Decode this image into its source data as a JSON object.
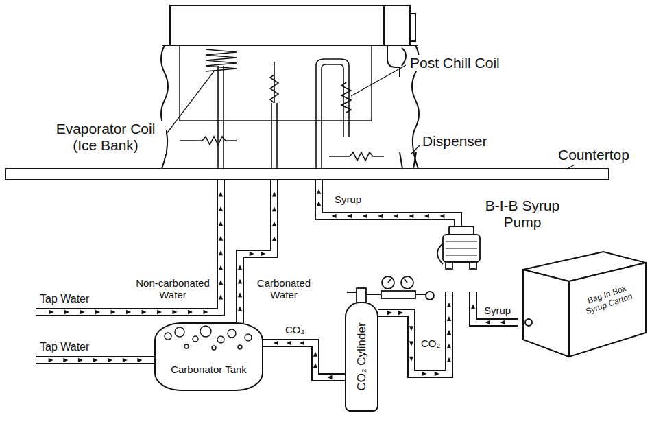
{
  "diagram": {
    "nodes": [
      {
        "text": [
          "Carbonator Tank"
        ]
      },
      {
        "text": [
          "CO₂ Cylinder"
        ]
      },
      {
        "text": [
          "B-I-B Syrup Pump"
        ]
      },
      {
        "text": [
          "Bag In Box Syrup Carton"
        ]
      }
    ],
    "edges": [
      {
        "from": 1,
        "to": 0,
        "label": "CO₂",
        "arrow": "to"
      },
      {
        "from": 1,
        "to": 2,
        "label": "CO₂",
        "arrow": "to"
      },
      {
        "from": 3,
        "to": 2,
        "label": "Syrup",
        "arrow": "to"
      }
    ],
    "labels": [
      "Evaporator Coil (Ice Bank)",
      "Post Chill Coil",
      "Dispenser",
      "Countertop",
      "Syrup",
      "Tap Water",
      "Tap Water",
      "Non-carbonated Water",
      "Carbonated Water"
    ]
  }
}
